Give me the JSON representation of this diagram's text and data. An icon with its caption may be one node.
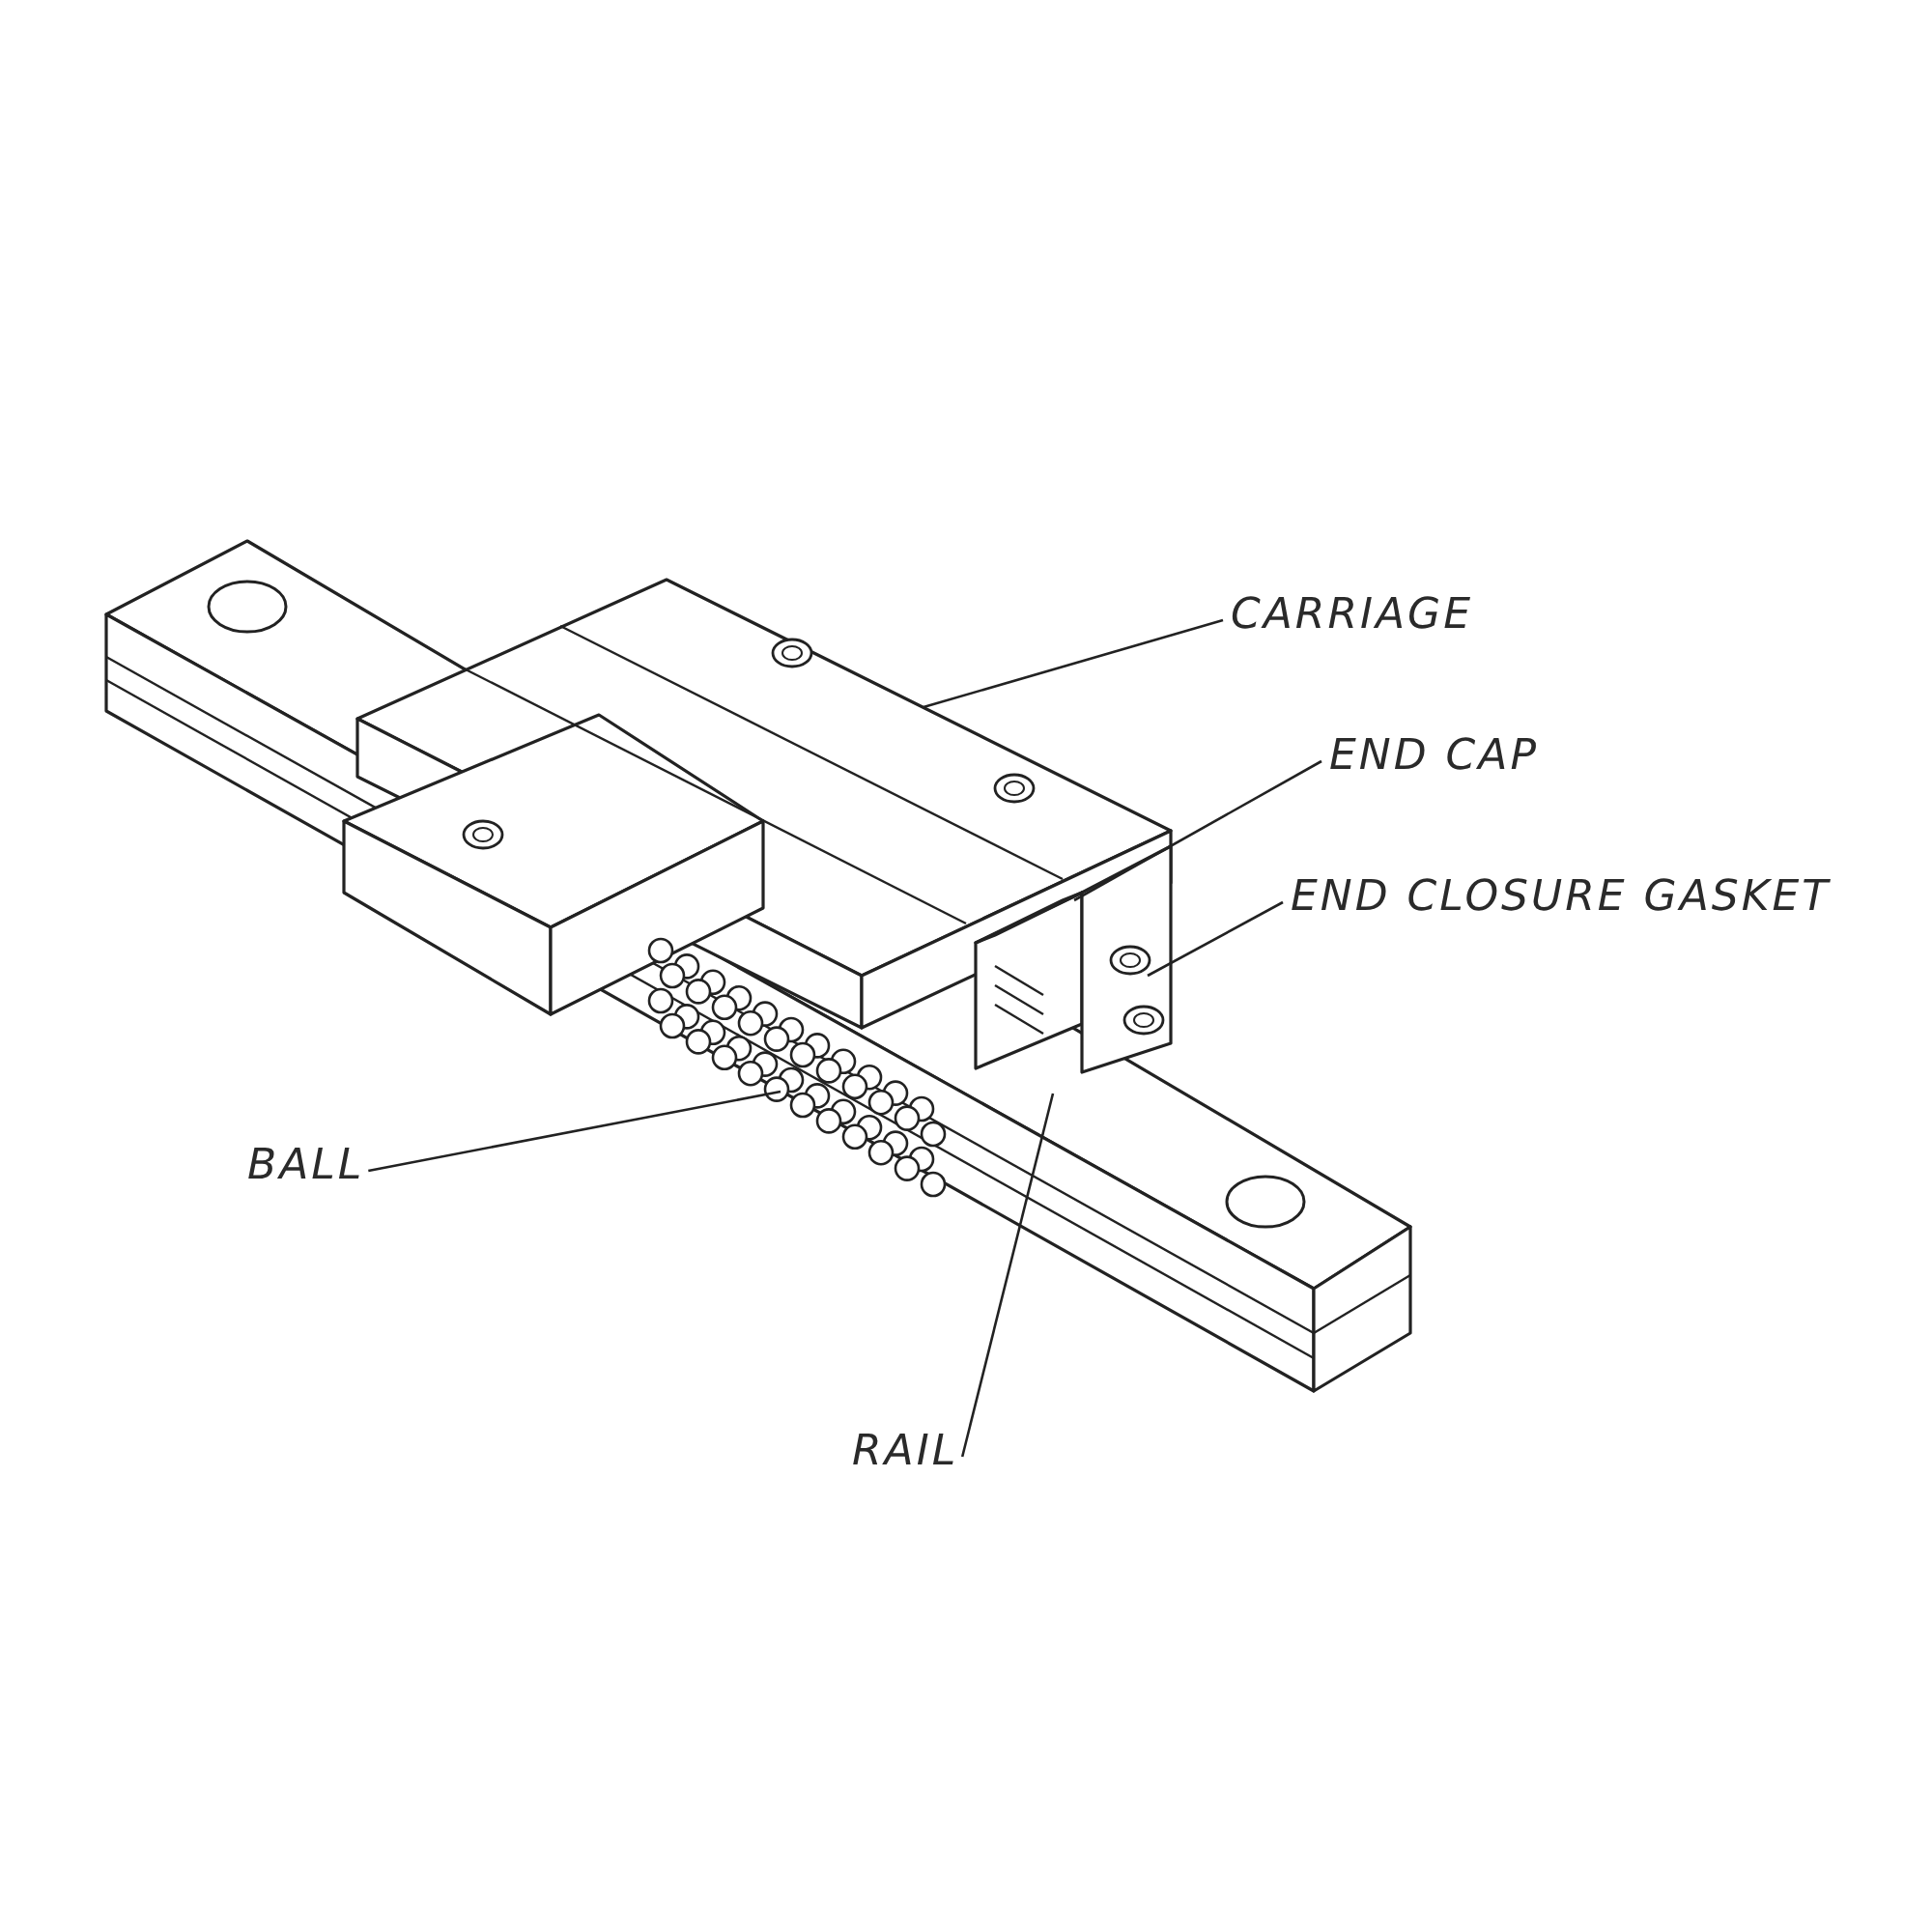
{
  "diagram": {
    "nodes": [
      {
        "text": [
          "CARRIAGE"
        ]
      },
      {
        "text": [
          "END CAP"
        ]
      },
      {
        "text": [
          "END CLOSURE GASKET"
        ]
      },
      {
        "text": [
          "BALL"
        ]
      },
      {
        "text": [
          "RAIL"
        ]
      },
      {
        "text": [],
        "shape": "box"
      },
      {
        "text": [],
        "shape": "box"
      },
      {
        "text": [],
        "shape": "box"
      },
      {
        "text": [],
        "shape": "circle"
      },
      {
        "text": [],
        "shape": "bar"
      }
    ],
    "edges": [
      {
        "from": 0,
        "to": 5,
        "arrow": "none"
      },
      {
        "from": 1,
        "to": 6,
        "arrow": "none"
      },
      {
        "from": 2,
        "to": 7,
        "arrow": "none"
      },
      {
        "from": 3,
        "to": 8,
        "arrow": "none"
      },
      {
        "from": 4,
        "to": 9,
        "arrow": "none"
      }
    ]
  }
}
